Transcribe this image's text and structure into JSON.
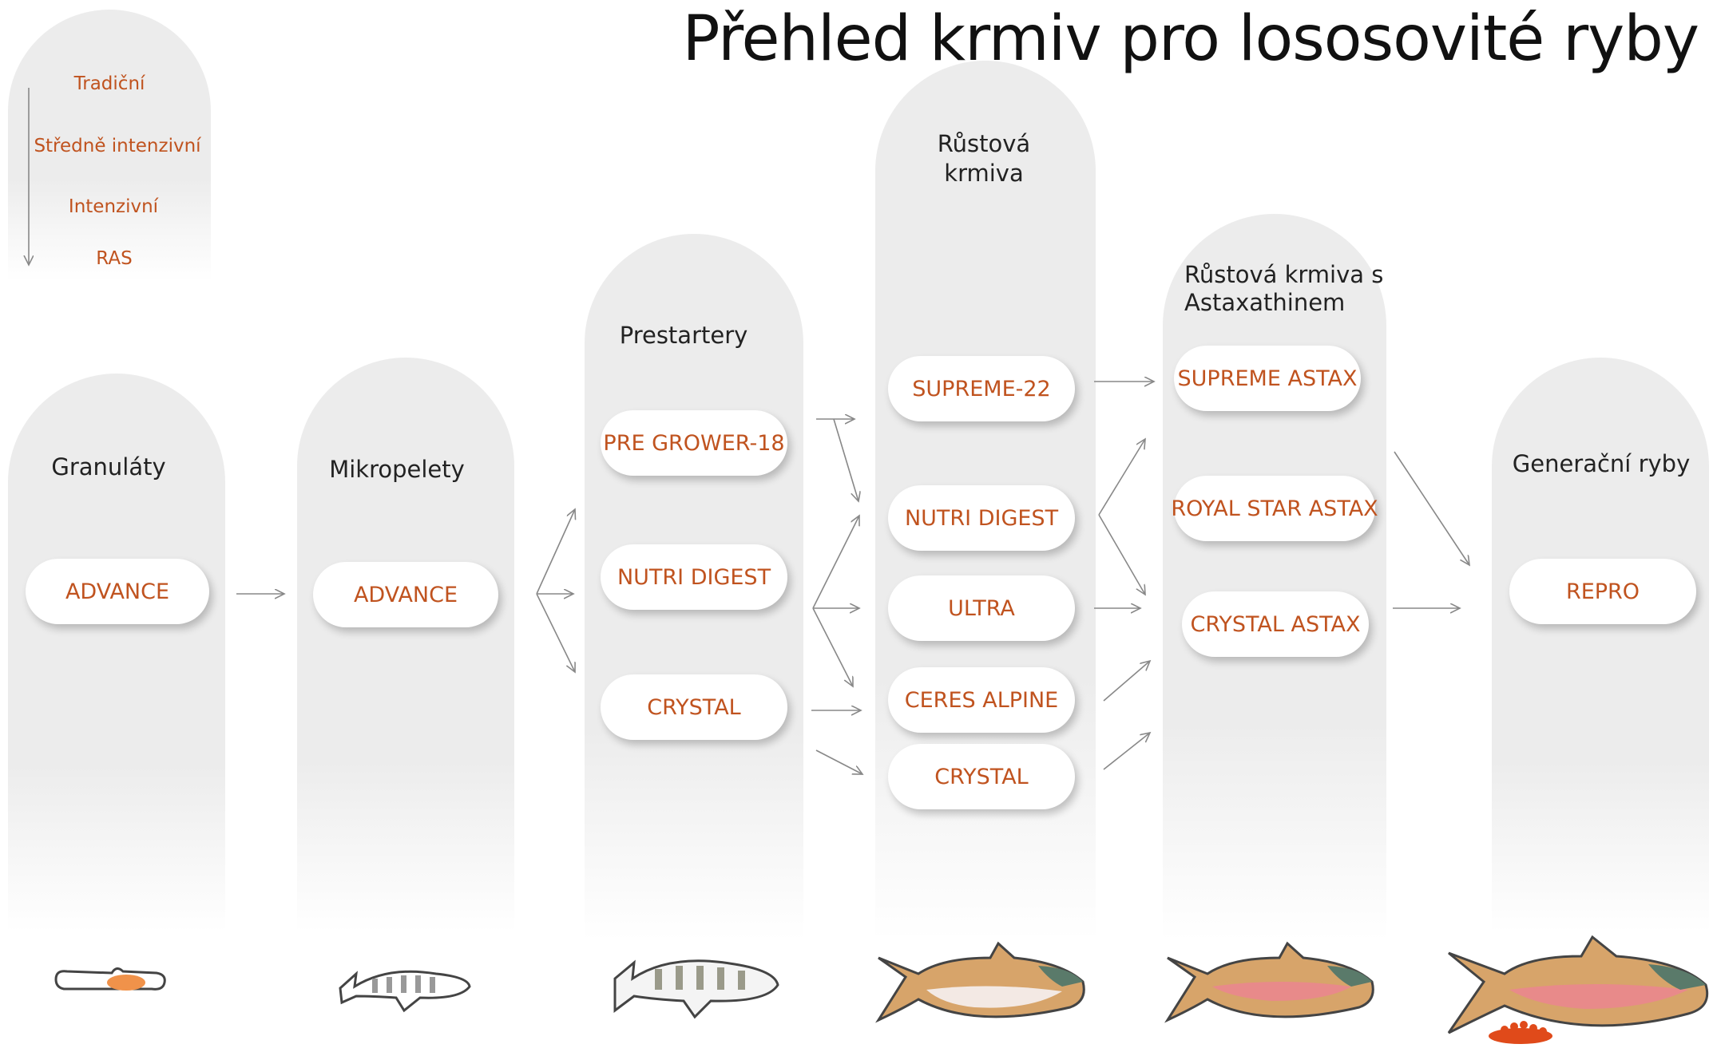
{
  "title": "Přehled krmiv pro lososovité ryby",
  "legend": {
    "items": [
      "Tradiční",
      "Středně intenzivní",
      "Intenzivní",
      "RAS"
    ]
  },
  "columns": {
    "granulaty": {
      "title": "Granuláty",
      "items": [
        "ADVANCE"
      ]
    },
    "mikropelety": {
      "title": "Mikropelety",
      "items": [
        "ADVANCE"
      ]
    },
    "prestartery": {
      "title": "Prestartery",
      "items": [
        "PRE GROWER-18",
        "NUTRI DIGEST",
        "CRYSTAL"
      ]
    },
    "rustova": {
      "title_line1": "Růstová",
      "title_line2": "krmiva",
      "items": [
        "SUPREME-22",
        "NUTRI DIGEST",
        "ULTRA",
        "CERES ALPINE",
        "CRYSTAL"
      ]
    },
    "astax": {
      "title_line1": "Růstová krmiva s",
      "title_line2": "Astaxathinem",
      "items": [
        "SUPREME ASTAX",
        "ROYAL STAR ASTAX",
        "CRYSTAL ASTAX"
      ]
    },
    "generacni": {
      "title": "Generační ryby",
      "items": [
        "REPRO"
      ]
    }
  },
  "colors": {
    "accent": "#c0531f",
    "column_bg": "#ececec",
    "arrow": "#888888"
  },
  "icons": [
    "fish-egg-icon",
    "fry-fish-icon",
    "juvenile-fish-icon",
    "trout-icon",
    "astax-trout-icon",
    "broodstock-trout-icon"
  ]
}
